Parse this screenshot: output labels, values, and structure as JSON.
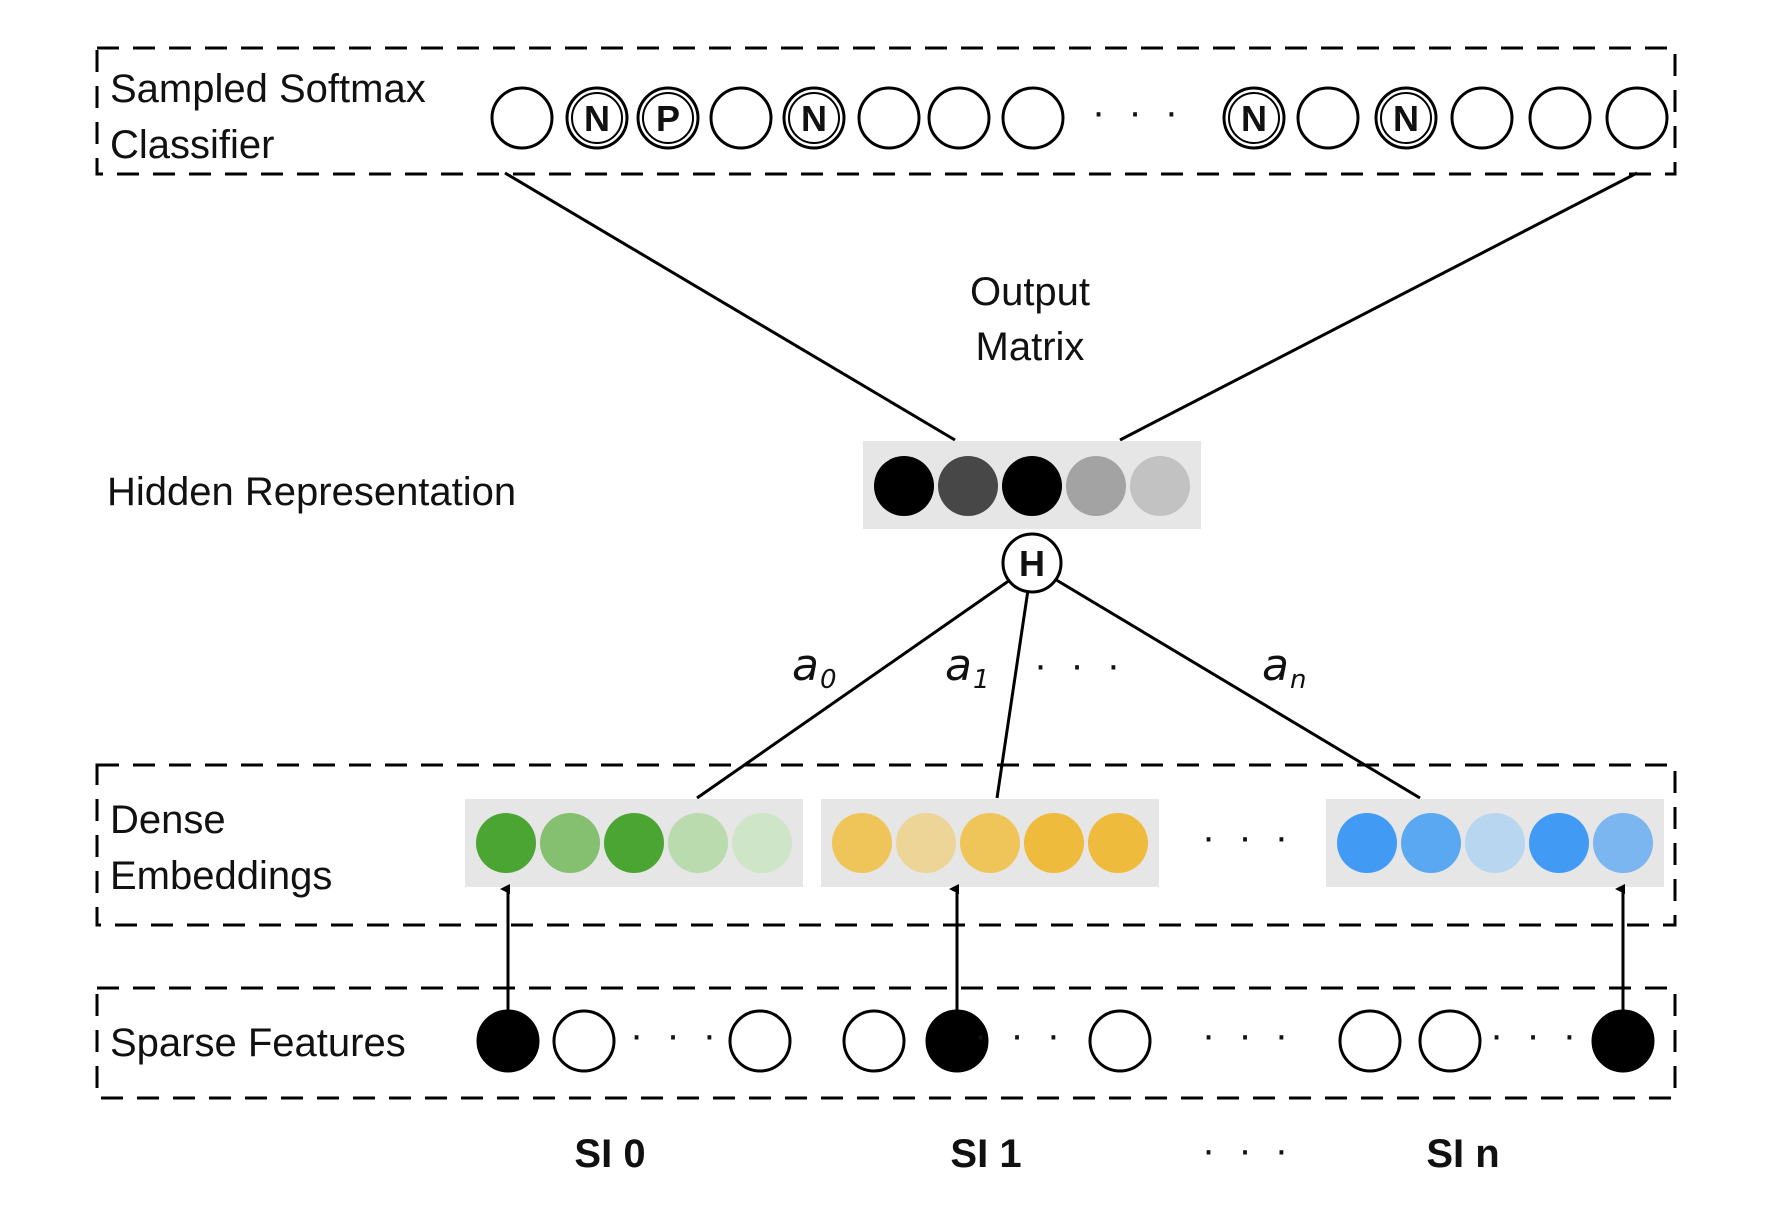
{
  "sections": {
    "classifier": {
      "line1": "Sampled Softmax",
      "line2": "Classifier"
    },
    "output_matrix": {
      "line1": "Output",
      "line2": "Matrix"
    },
    "hidden": "Hidden Representation",
    "dense": {
      "line1": "Dense",
      "line2": "Embeddings"
    },
    "sparse": "Sparse Features"
  },
  "classifier_nodes_left": [
    "",
    "N",
    "P",
    "",
    "N",
    "",
    "",
    ""
  ],
  "classifier_nodes_right": [
    "N",
    "",
    "N",
    "",
    "",
    ""
  ],
  "hidden_node": "H",
  "hidden_colors": [
    "#000000",
    "#474747",
    "#000000",
    "#a3a3a3",
    "#c2c2c2"
  ],
  "attention": [
    {
      "sym": "a",
      "sub": "0"
    },
    {
      "sym": "a",
      "sub": "1"
    },
    {
      "sym": "a",
      "sub": "n"
    }
  ],
  "dense_groups": [
    {
      "name": "green",
      "colors": [
        "#4aa532",
        "#84c06f",
        "#4aa532",
        "#b9dbae",
        "#cfe5c8"
      ]
    },
    {
      "name": "yellow",
      "colors": [
        "#efc55a",
        "#ecd597",
        "#efc55a",
        "#eebb3c",
        "#eebb3c"
      ]
    },
    {
      "name": "blue",
      "colors": [
        "#419af3",
        "#5aa8f2",
        "#b9d6f0",
        "#419af3",
        "#7cb6f0"
      ]
    }
  ],
  "ellipsis": "· · ·",
  "si_labels": [
    "SI 0",
    "SI 1",
    "SI n"
  ]
}
